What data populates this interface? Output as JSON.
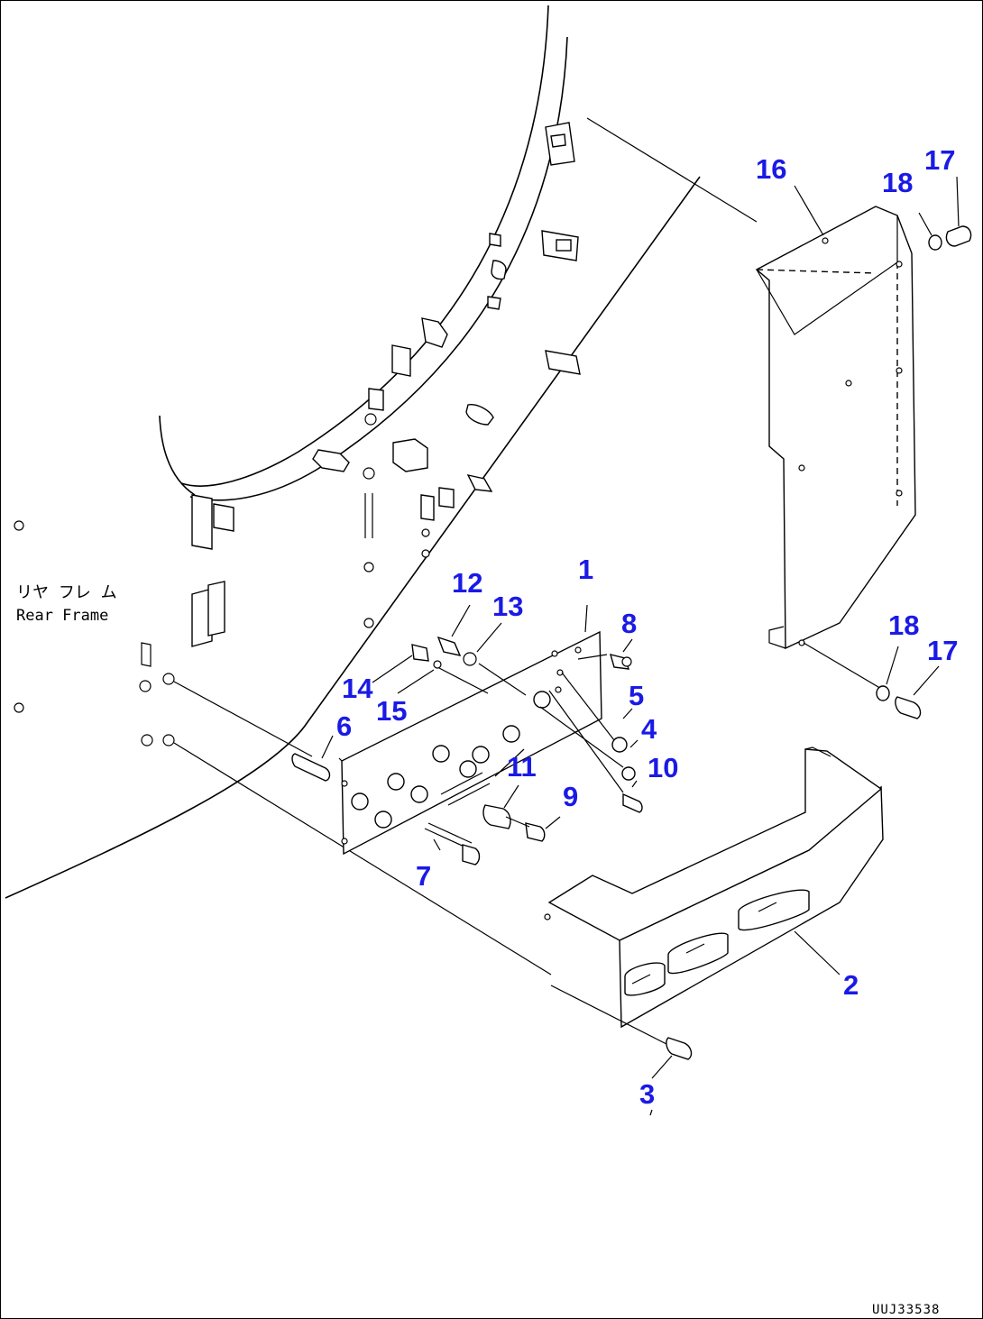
{
  "drawing": {
    "frame_label_jp": "リヤ フレ ム",
    "frame_label_en": "Rear Frame",
    "drawing_code": "UUJ33538"
  },
  "callouts": [
    {
      "id": "1",
      "text": "1"
    },
    {
      "id": "2",
      "text": "2"
    },
    {
      "id": "3",
      "text": "3"
    },
    {
      "id": "4",
      "text": "4"
    },
    {
      "id": "5",
      "text": "5"
    },
    {
      "id": "6",
      "text": "6"
    },
    {
      "id": "7",
      "text": "7"
    },
    {
      "id": "8",
      "text": "8"
    },
    {
      "id": "9",
      "text": "9"
    },
    {
      "id": "10",
      "text": "10"
    },
    {
      "id": "11",
      "text": "11"
    },
    {
      "id": "12",
      "text": "12"
    },
    {
      "id": "13",
      "text": "13"
    },
    {
      "id": "14",
      "text": "14"
    },
    {
      "id": "15",
      "text": "15"
    },
    {
      "id": "16",
      "text": "16"
    },
    {
      "id": "17a",
      "text": "17"
    },
    {
      "id": "18a",
      "text": "18"
    },
    {
      "id": "18b",
      "text": "18"
    },
    {
      "id": "17b",
      "text": "17"
    }
  ],
  "colors": {
    "callout": "#1a1ae6",
    "line": "#000000",
    "background": "#ffffff"
  }
}
